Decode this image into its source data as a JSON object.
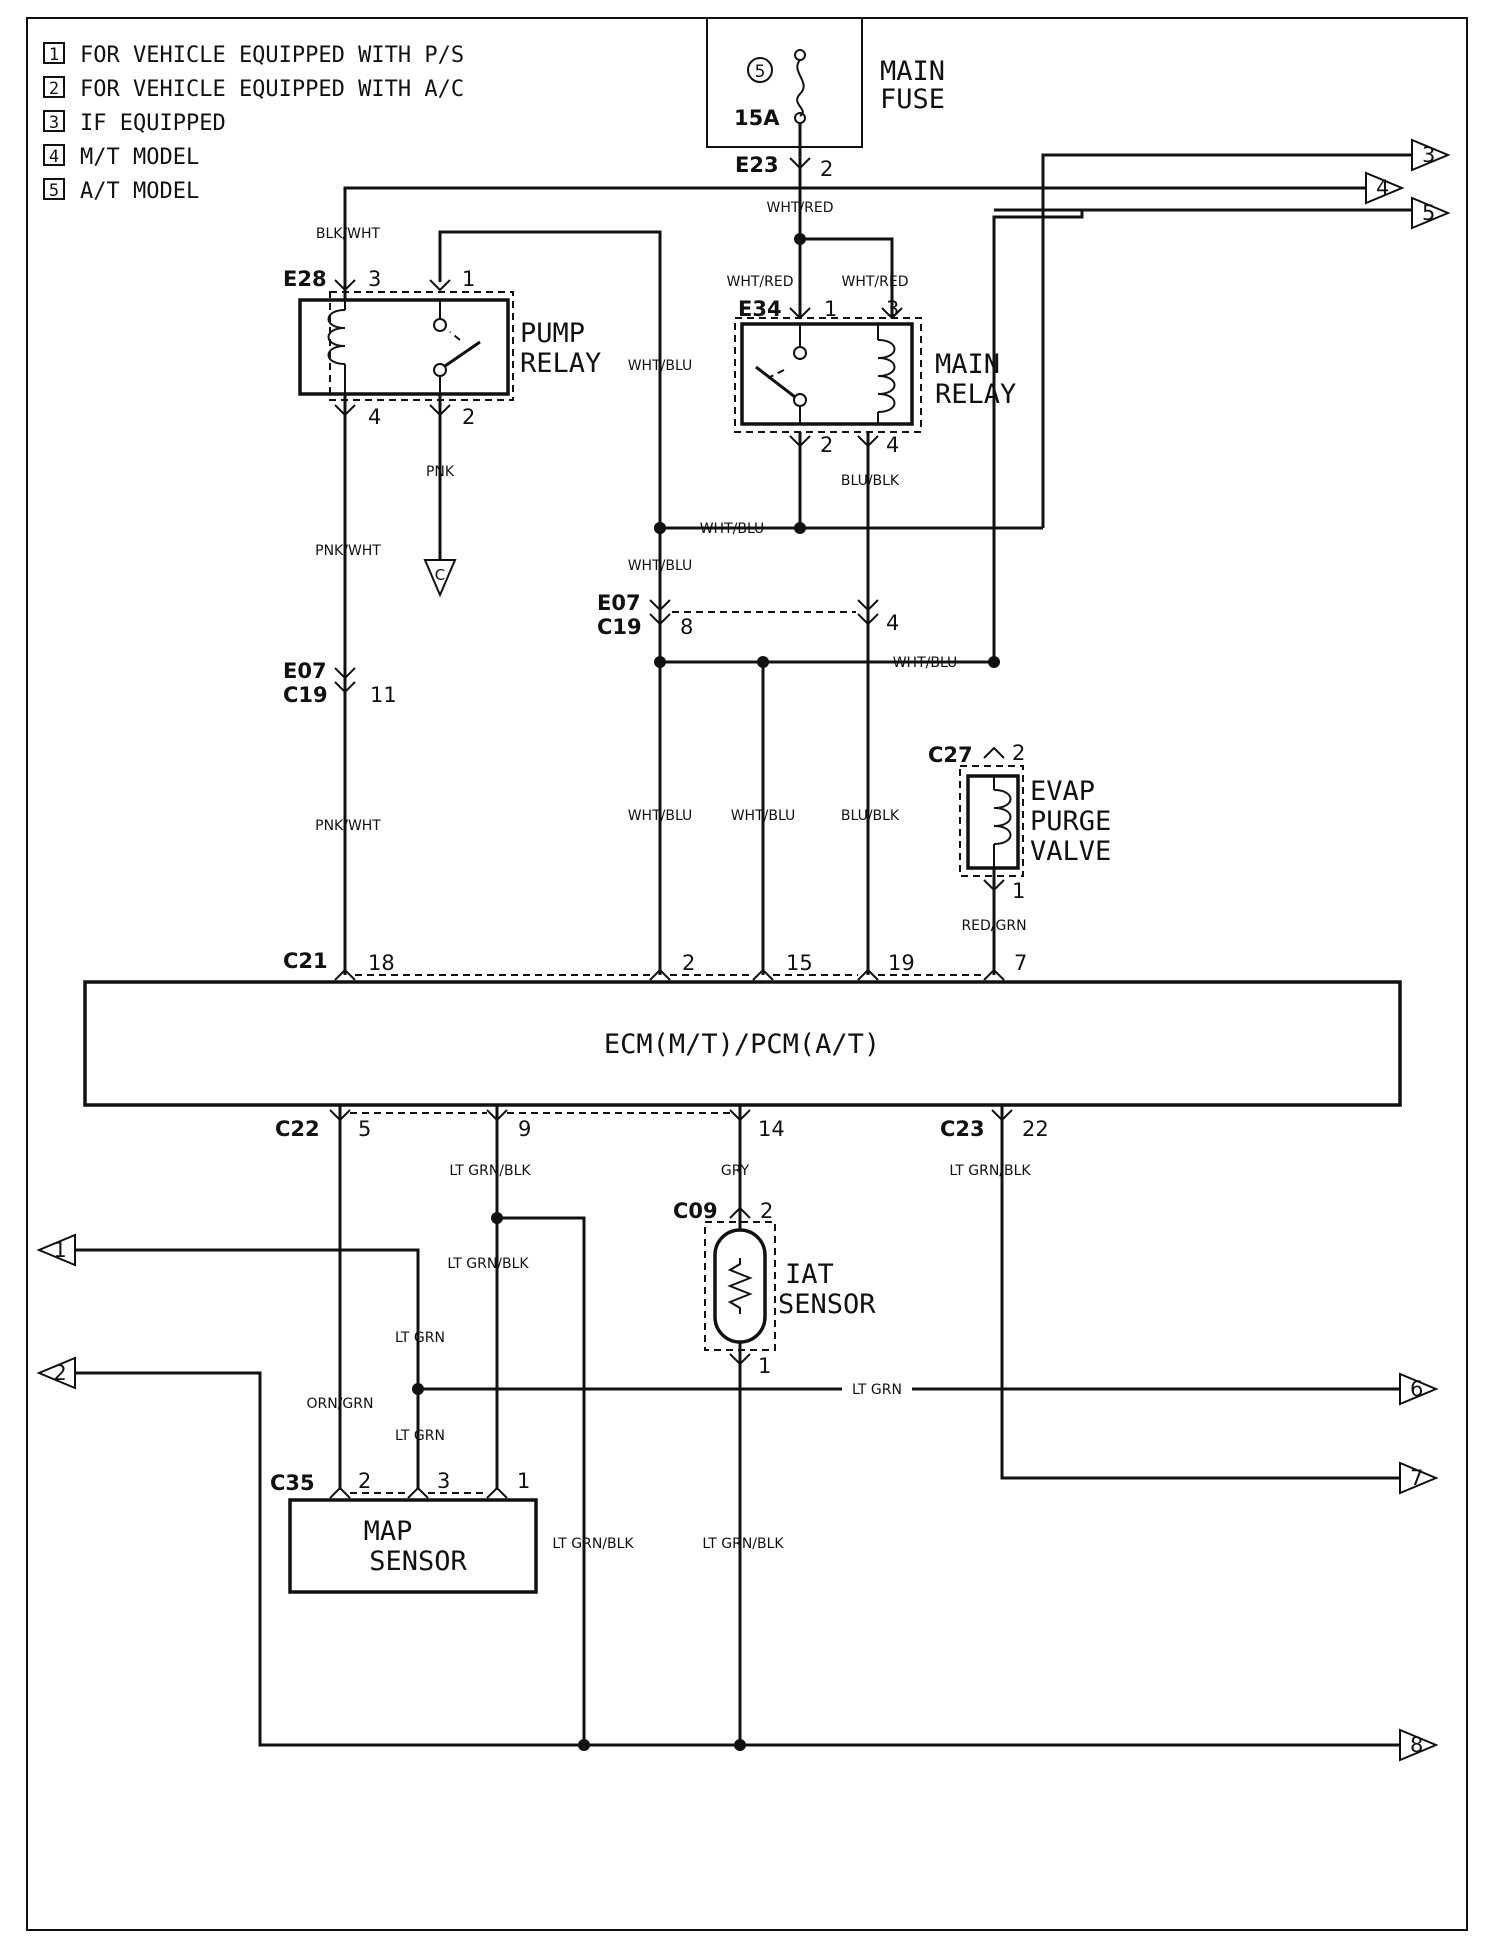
{
  "notes": [
    {
      "num": "1",
      "text": "FOR VEHICLE EQUIPPED WITH P/S"
    },
    {
      "num": "2",
      "text": "FOR VEHICLE EQUIPPED WITH A/C"
    },
    {
      "num": "3",
      "text": "IF EQUIPPED"
    },
    {
      "num": "4",
      "text": "M/T MODEL"
    },
    {
      "num": "5",
      "text": "A/T MODEL"
    }
  ],
  "fuse": {
    "number": "5",
    "rating": "15A",
    "name_line1": "MAIN",
    "name_line2": "FUSE",
    "connector": "E23",
    "pin": "2",
    "out_wire": "WHT/RED"
  },
  "pump_relay": {
    "name_line1": "PUMP",
    "name_line2": "RELAY",
    "connector": "E28",
    "pin3": "3",
    "pin1": "1",
    "pin4": "4",
    "pin2": "2",
    "wire_in": "BLK/WHT",
    "wire_sw": "WHT/BLU",
    "wire_gnd": "PNK",
    "wire_coil_out": "PNK/WHT",
    "ground": "C"
  },
  "main_relay": {
    "name_line1": "MAIN",
    "name_line2": "RELAY",
    "connector": "E34",
    "pin1": "1",
    "pin3": "3",
    "pin2": "2",
    "pin4": "4",
    "wire_pin1": "WHT/RED",
    "wire_pin3": "WHT/RED",
    "wire_out": "BLU/BLK",
    "wire_junction": "WHT/BLU"
  },
  "connectors": {
    "e07": "E07",
    "c19": "C19",
    "pin11": "11",
    "pin8": "8",
    "pin4": "4",
    "c21": "C21",
    "c22": "C22",
    "c23": "C23"
  },
  "wires": {
    "wht_blu_a": "WHT/BLU",
    "wht_blu_b": "WHT/BLU",
    "wht_blu_c": "WHT/BLU",
    "wht_blu_d": "WHT/BLU",
    "blu_blk": "BLU/BLK",
    "pnk_wht": "PNK/WHT",
    "red_grn": "RED/GRN",
    "orn_grn": "ORN/GRN",
    "lt_grn_blk_a": "LT GRN/BLK",
    "lt_grn_blk_b": "LT GRN/BLK",
    "lt_grn_blk_c": "LT GRN/BLK",
    "lt_grn_blk_d": "LT GRN/BLK",
    "lt_grn_blk_e": "LT GRN/BLK",
    "lt_grn_a": "LT GRN",
    "lt_grn_b": "LT GRN",
    "lt_grn_c": "LT GRN",
    "gry": "GRY"
  },
  "ecm": {
    "label": "ECM(M/T)/PCM(A/T)",
    "pins_top": [
      "18",
      "2",
      "15",
      "19",
      "7"
    ],
    "pins_bottom": [
      "5",
      "9",
      "14",
      "22"
    ]
  },
  "evap": {
    "connector": "C27",
    "pin2": "2",
    "pin1": "1",
    "line1": "EVAP",
    "line2": "PURGE",
    "line3": "VALVE"
  },
  "iat": {
    "connector": "C09",
    "pin2": "2",
    "pin1": "1",
    "line1": "IAT",
    "line2": "SENSOR"
  },
  "map": {
    "connector": "C35",
    "pin2": "2",
    "pin3": "3",
    "pin1": "1",
    "line1": "MAP",
    "line2": "SENSOR"
  },
  "refs": [
    "1",
    "2",
    "3",
    "4",
    "5",
    "6",
    "7",
    "8"
  ]
}
